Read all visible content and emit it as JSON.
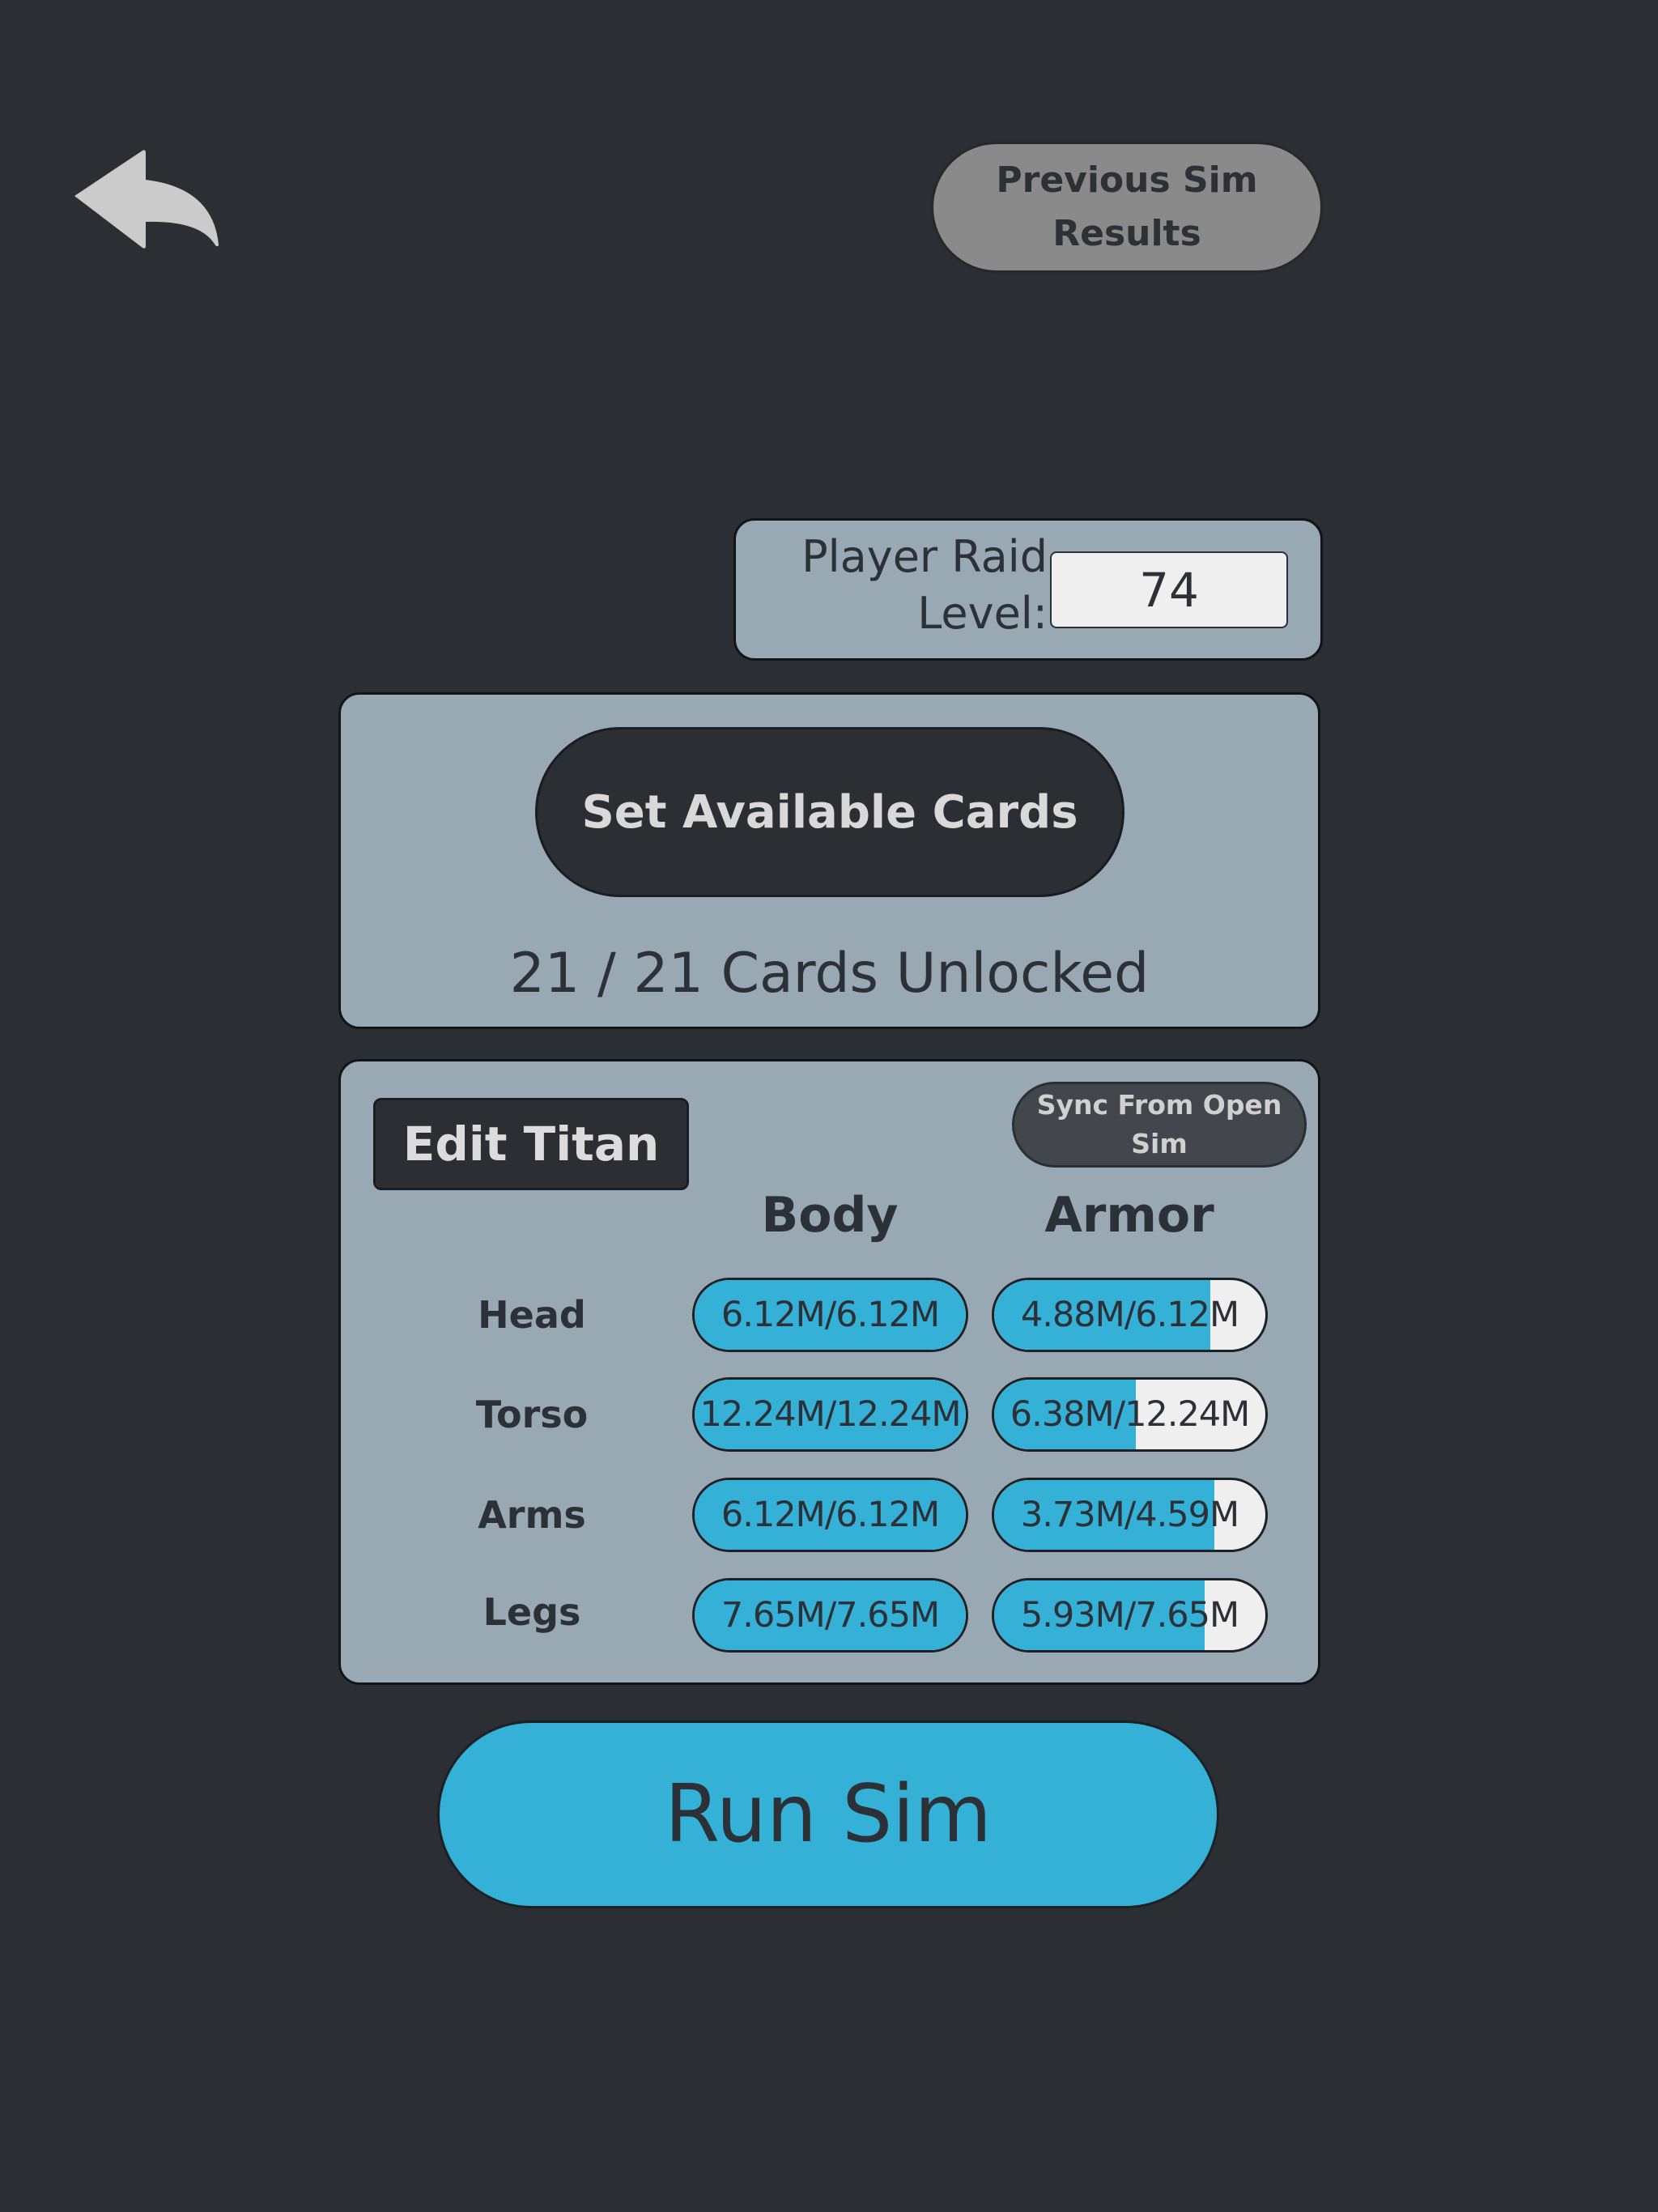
{
  "header": {
    "back_icon": "back-arrow-icon",
    "previous_sim_results_label": "Previous Sim Results"
  },
  "raid": {
    "label": "Player Raid Level:",
    "level_value": "74"
  },
  "cards": {
    "set_button_label": "Set Available Cards",
    "unlocked": 21,
    "total": 21,
    "status_text": "21 / 21 Cards Unlocked"
  },
  "titan": {
    "edit_button_label": "Edit Titan",
    "sync_button_label": "Sync From Open Sim",
    "columns": {
      "body": "Body",
      "armor": "Armor"
    },
    "rows": [
      {
        "part": "Head",
        "body": "6.12M/6.12M",
        "body_fill": 1.0,
        "armor": "4.88M/6.12M",
        "armor_fill": 0.797
      },
      {
        "part": "Torso",
        "body": "12.24M/12.24M",
        "body_fill": 1.0,
        "armor": "6.38M/12.24M",
        "armor_fill": 0.521
      },
      {
        "part": "Arms",
        "body": "6.12M/6.12M",
        "body_fill": 1.0,
        "armor": "3.73M/4.59M",
        "armor_fill": 0.813
      },
      {
        "part": "Legs",
        "body": "7.65M/7.65M",
        "body_fill": 1.0,
        "armor": "5.93M/7.65M",
        "armor_fill": 0.775
      }
    ]
  },
  "run": {
    "label": "Run Sim"
  },
  "colors": {
    "background": "#2b2e33",
    "panel": "#98a9b4",
    "accent_blue": "#35b0d6",
    "bar_empty": "#efefef",
    "previous_button": "#8a8a8a",
    "sync_button": "#43474d",
    "text_dark": "#2c3037",
    "text_light": "#d9d9d9"
  }
}
